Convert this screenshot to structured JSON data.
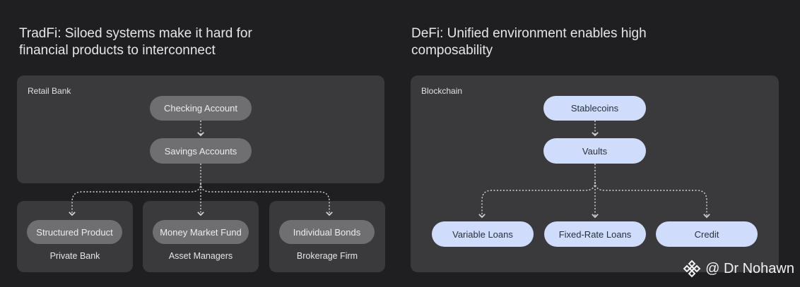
{
  "tradfi": {
    "title_line1": "TradFi: Siloed systems make it hard for",
    "title_line2": "financial products to interconnect",
    "panel_label": "Retail Bank",
    "checking": "Checking Account",
    "savings": "Savings Accounts",
    "subpanels": [
      {
        "pill": "Structured Product",
        "label": "Private Bank"
      },
      {
        "pill": "Money Market Fund",
        "label": "Asset Managers"
      },
      {
        "pill": "Individual Bonds",
        "label": "Brokerage Firm"
      }
    ]
  },
  "defi": {
    "title_line1": "DeFi: Unified environment enables high",
    "title_line2": "composability",
    "panel_label": "Blockchain",
    "stablecoins": "Stablecoins",
    "vaults": "Vaults",
    "outputs": [
      "Variable Loans",
      "Fixed-Rate Loans",
      "Credit"
    ]
  },
  "watermark": {
    "text": "@ Dr Nohawn",
    "icon": "binance-diamond-icon"
  },
  "colors": {
    "background": "#1f1f21",
    "panel": "#3a3a3d",
    "gray_pill": "#6f6f72",
    "blue_pill": "#cfdcfb"
  }
}
